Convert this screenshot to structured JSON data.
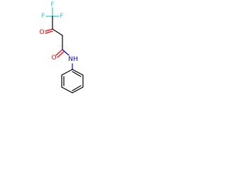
{
  "atoms": {
    "f_top": "F",
    "f_left": "F",
    "f_right": "F",
    "o_ketone": "O",
    "o_amide": "O",
    "nh": "NH"
  },
  "colors": {
    "fluorine": "#33cccc",
    "oxygen": "#ff0000",
    "nitrogen": "#0000ff",
    "carbon": "#000000",
    "background": "#ffffff"
  }
}
